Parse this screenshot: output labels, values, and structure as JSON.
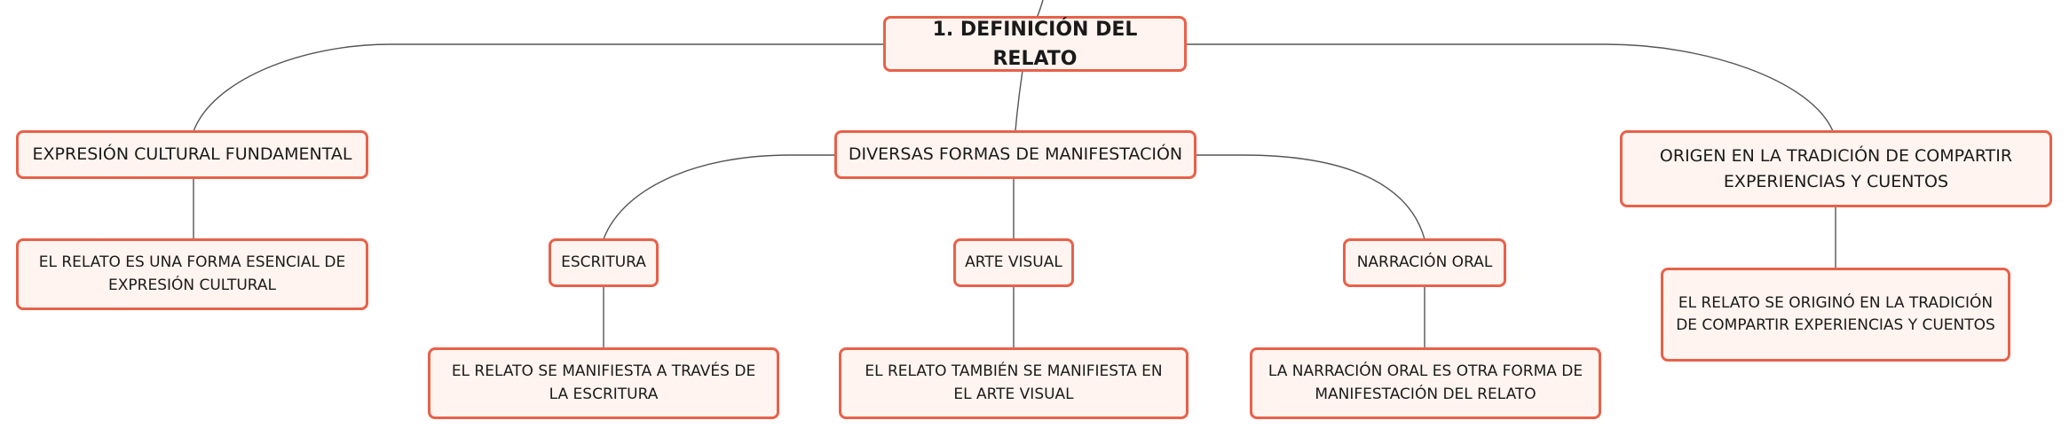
{
  "accent_color": "#e8614a",
  "node_fill": "#fff4ef",
  "connector_color": "#555555",
  "root": {
    "label": "1. DEFINICIÓN DEL RELATO"
  },
  "branches": [
    {
      "label": "EXPRESIÓN CULTURAL FUNDAMENTAL",
      "detail": "EL RELATO ES UNA FORMA ESENCIAL DE EXPRESIÓN CULTURAL"
    },
    {
      "label": "DIVERSAS FORMAS DE MANIFESTACIÓN",
      "children": [
        {
          "label": "ESCRITURA",
          "detail": "EL RELATO SE MANIFIESTA A TRAVÉS DE LA ESCRITURA"
        },
        {
          "label": "ARTE VISUAL",
          "detail": "EL RELATO TAMBIÉN SE MANIFIESTA EN EL ARTE VISUAL"
        },
        {
          "label": "NARRACIÓN ORAL",
          "detail": "LA NARRACIÓN ORAL ES OTRA FORMA DE MANIFESTACIÓN DEL RELATO"
        }
      ]
    },
    {
      "label": "ORIGEN EN LA TRADICIÓN DE COMPARTIR EXPERIENCIAS Y CUENTOS",
      "detail": "EL RELATO SE ORIGINÓ EN LA TRADICIÓN DE COMPARTIR EXPERIENCIAS Y CUENTOS"
    }
  ]
}
